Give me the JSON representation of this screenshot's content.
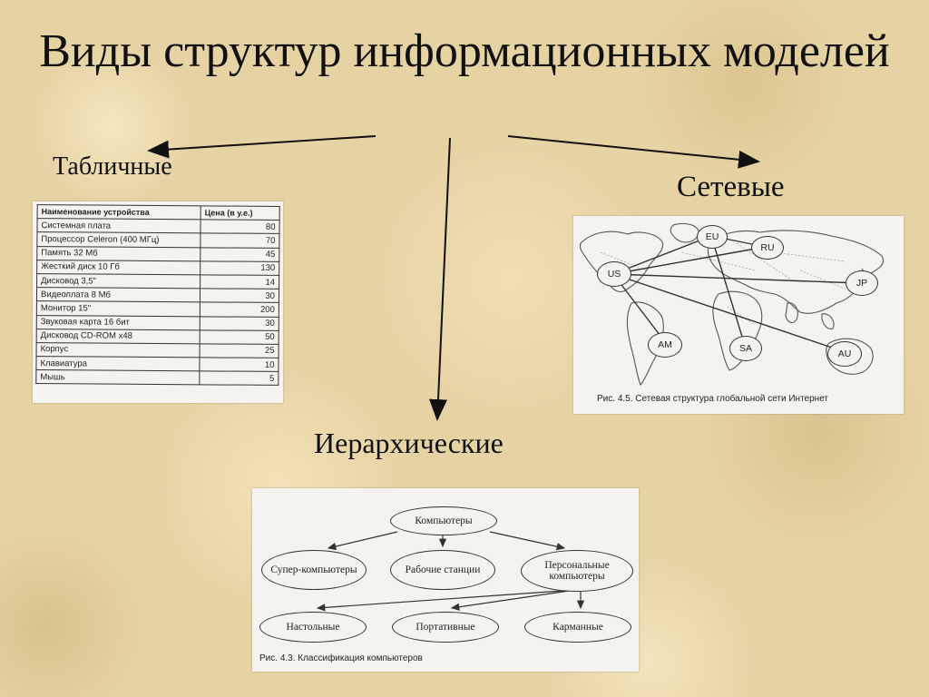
{
  "title": "Виды структур информационных моделей",
  "labels": {
    "table": "Табличные",
    "network": "Сетевые",
    "hierarchy": "Иерархические"
  },
  "table": {
    "headers": [
      "Наименование устройства",
      "Цена (в у.е.)"
    ],
    "rows": [
      [
        "Системная плата",
        "80"
      ],
      [
        "Процессор Celeron (400 МГц)",
        "70"
      ],
      [
        "Память 32 Мб",
        "45"
      ],
      [
        "Жесткий диск 10 Гб",
        "130"
      ],
      [
        "Дисковод 3,5\"",
        "14"
      ],
      [
        "Видеоплата 8 Мб",
        "30"
      ],
      [
        "Монитор 15\"",
        "200"
      ],
      [
        "Звуковая карта 16 бит",
        "30"
      ],
      [
        "Дисковод CD-ROM х48",
        "50"
      ],
      [
        "Корпус",
        "25"
      ],
      [
        "Клавиатура",
        "10"
      ],
      [
        "Мышь",
        "5"
      ]
    ]
  },
  "network": {
    "nodes": [
      "EU",
      "RU",
      "US",
      "JP",
      "AM",
      "SA",
      "AU"
    ],
    "caption": "Рис. 4.5. Сетевая структура глобальной сети Интернет"
  },
  "hierarchy": {
    "root": "Компьютеры",
    "level1": [
      "Супер-компьютеры",
      "Рабочие станции",
      "Персональные компьютеры"
    ],
    "level2": [
      "Настольные",
      "Портативные",
      "Карманные"
    ],
    "caption": "Рис. 4.3. Классификация компьютеров"
  }
}
